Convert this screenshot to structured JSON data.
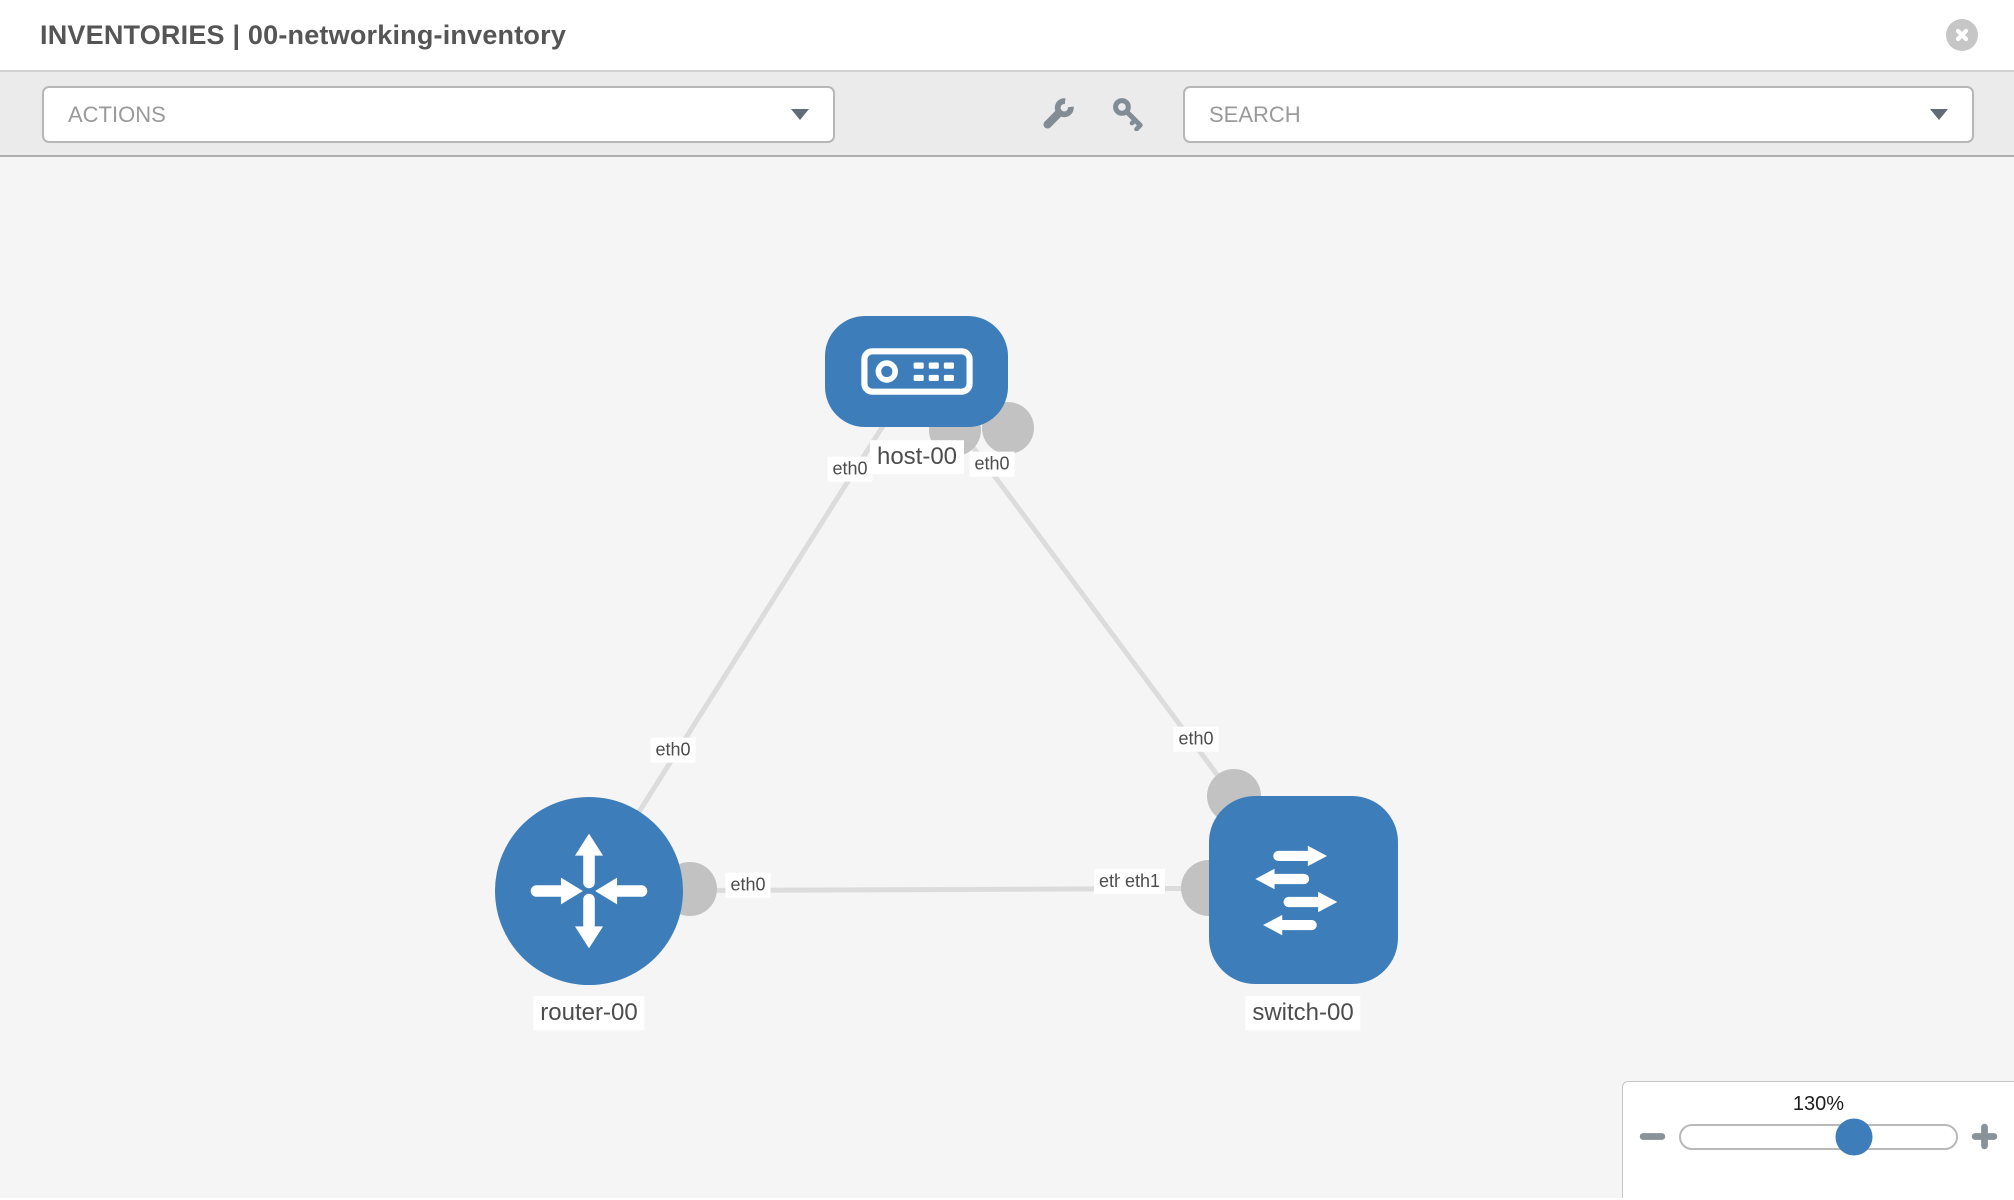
{
  "header": {
    "title": "INVENTORIES | 00-networking-inventory"
  },
  "toolbar": {
    "actions_label": "ACTIONS",
    "search_placeholder": "SEARCH"
  },
  "icons": {
    "close": "x-circle",
    "configure": "wrench",
    "credentials": "key",
    "dropdown_caret": "triangle-down",
    "zoom_out": "minus",
    "zoom_in": "plus"
  },
  "diagram": {
    "nodes": [
      {
        "label": "host-00",
        "type": "host"
      },
      {
        "label": "router-00",
        "type": "router"
      },
      {
        "label": "switch-00",
        "type": "switch"
      }
    ],
    "links": [
      {
        "from": "host-00",
        "to": "router-00"
      },
      {
        "from": "host-00",
        "to": "switch-00"
      },
      {
        "from": "router-00",
        "to": "switch-00"
      }
    ],
    "interfaces": {
      "host_left": "eth0",
      "host_right": "eth0",
      "host_router_link": "eth0",
      "router_right": "eth0",
      "switch_top": "eth0",
      "switch_left_back": "eth0",
      "switch_left_front": "eth1"
    }
  },
  "zoom_control": {
    "value": "130%",
    "level_percent": 65
  },
  "colors": {
    "node_blue": "#3d7eba",
    "link_gray": "#dcdcdc",
    "port_gray": "#c2c2c2",
    "canvas_bg": "#f5f5f5",
    "toolbar_bg": "#ebebeb"
  }
}
